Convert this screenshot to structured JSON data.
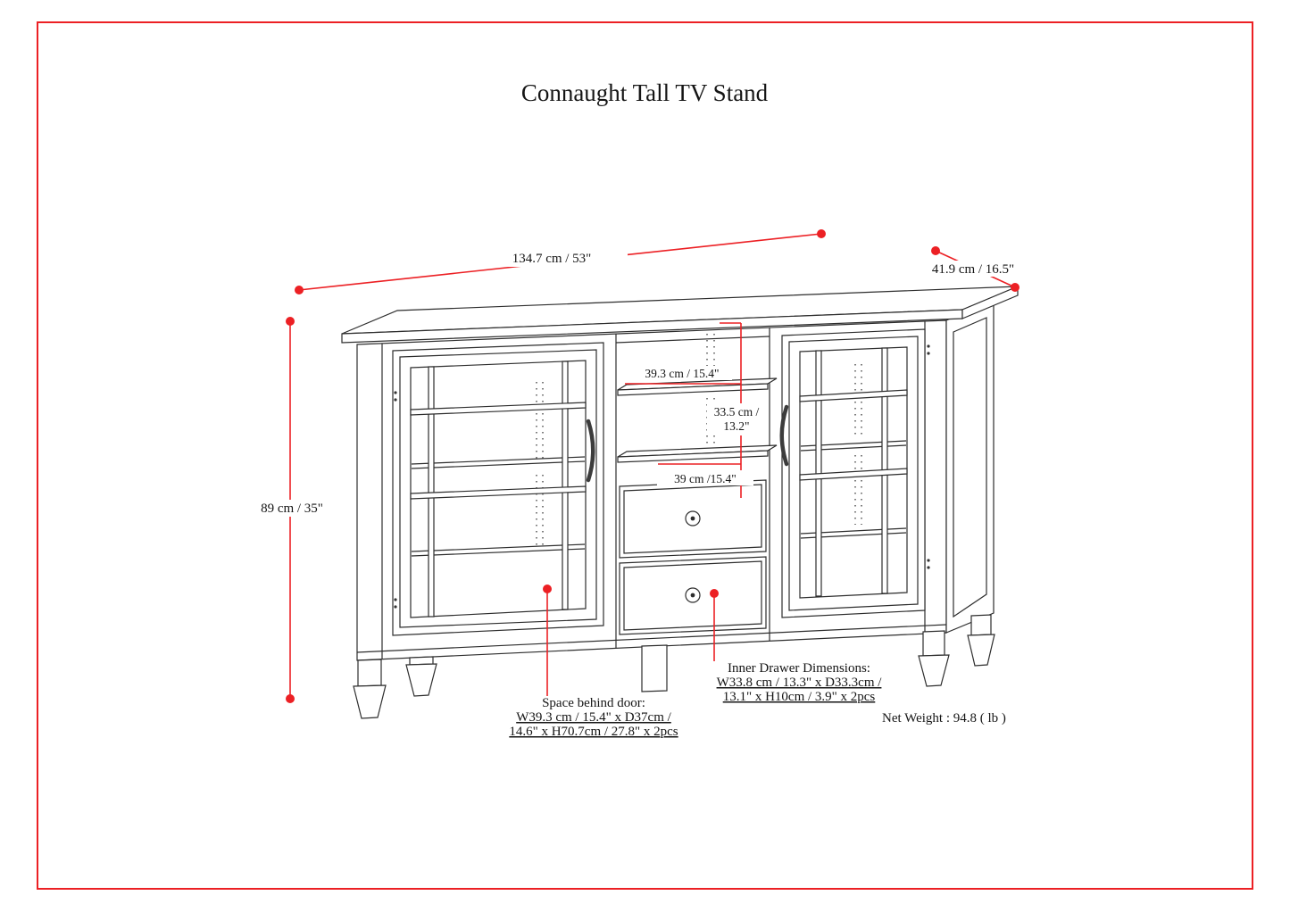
{
  "title": "Connaught Tall TV Stand",
  "colors": {
    "dimension_red": "#ec2024",
    "border_red": "#ec2024",
    "line_dark": "#2d2d2d"
  },
  "dims": {
    "overall_width": "134.7 cm / 53\"",
    "overall_depth": "41.9 cm / 16.5\"",
    "overall_height": "89 cm / 35\"",
    "shelf_upper_width": "39.3 cm / 15.4\"",
    "section_height_l1": "33.5 cm /",
    "section_height_l2": "13.2\"",
    "shelf_lower_width": "39 cm /15.4\""
  },
  "notes": {
    "space_behind_door": {
      "l1": "Space behind door:",
      "l2": "W39.3 cm / 15.4\" x D37cm /",
      "l3": "14.6\" x H70.7cm / 27.8\" x 2pcs"
    },
    "inner_drawer": {
      "l1": "Inner Drawer Dimensions:",
      "l2": "W33.8 cm / 13.3\" x D33.3cm /",
      "l3": "13.1\" x H10cm / 3.9\" x 2pcs"
    },
    "net_weight": "Net Weight : 94.8 ( lb )"
  }
}
